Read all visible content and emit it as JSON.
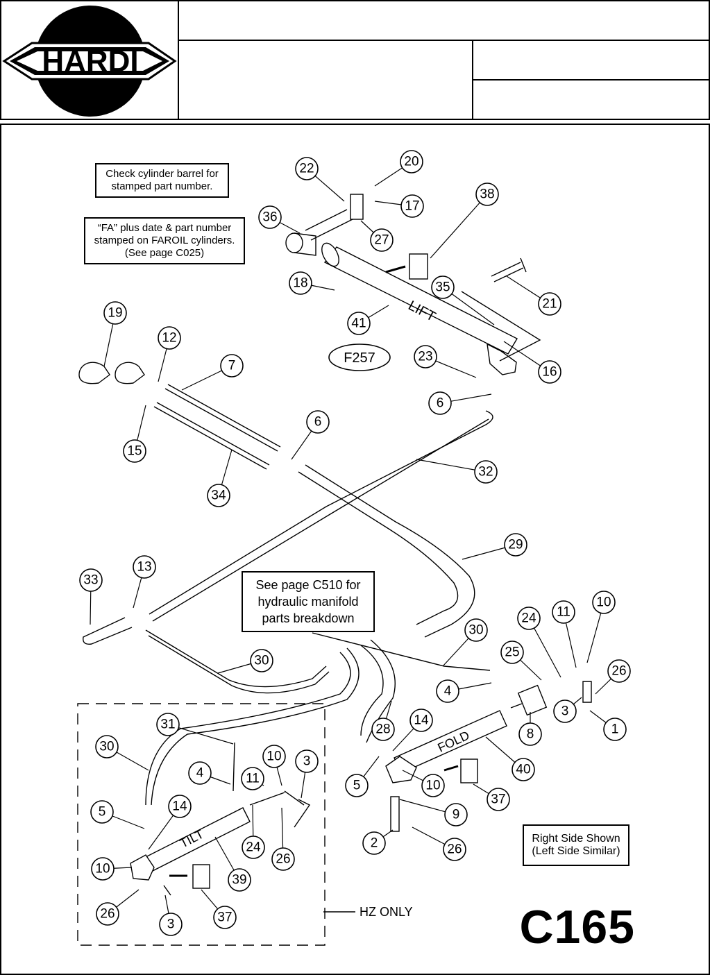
{
  "brand": {
    "logo_text": "HARDI"
  },
  "title_block": {
    "row1": "",
    "row2_left": "",
    "row2_right_top": "",
    "row2_right_bottom": ""
  },
  "notes": {
    "barrel_line1": "Check cylinder barrel for",
    "barrel_line2": "stamped part number.",
    "faroil_line1": "“FA” plus date & part number",
    "faroil_line2": "stamped on FAROIL cylinders.",
    "faroil_line3": "(See page C025)",
    "manifold_line1": "See page C510 for",
    "manifold_line2": "hydraulic manifold",
    "manifold_line3": "parts breakdown",
    "side_line1": "Right Side Shown",
    "side_line2": "(Left Side Similar)"
  },
  "cylinder_labels": {
    "lift": "LIFT",
    "fold": "FOLD",
    "tilt": "TILT"
  },
  "ref_label": "F257",
  "hz_only": "HZ ONLY",
  "page_id": "C165",
  "callouts": [
    "22",
    "20",
    "17",
    "36",
    "27",
    "38",
    "18",
    "35",
    "21",
    "41",
    "19",
    "12",
    "7",
    "23",
    "16",
    "6",
    "15",
    "6",
    "32",
    "34",
    "29",
    "33",
    "13",
    "30",
    "24",
    "11",
    "10",
    "25",
    "26",
    "4",
    "3",
    "1",
    "30",
    "31",
    "28",
    "14",
    "8",
    "5",
    "10",
    "40",
    "37",
    "9",
    "2",
    "26",
    "30",
    "4",
    "3",
    "10",
    "11",
    "5",
    "14",
    "24",
    "26",
    "10",
    "39",
    "26",
    "3",
    "37"
  ]
}
